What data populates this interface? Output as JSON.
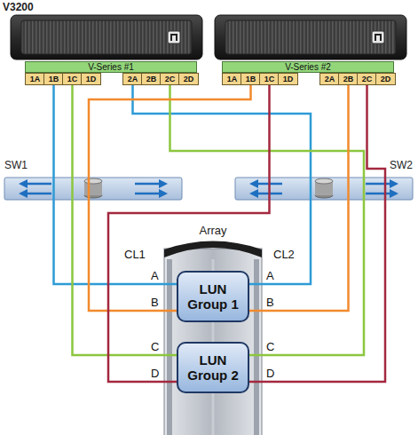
{
  "diagram": {
    "title": "V3200",
    "nodes": [
      {
        "text": [
          "V-Series #1"
        ]
      },
      {
        "text": [
          "1A"
        ],
        "in": 0
      },
      {
        "text": [
          "1B"
        ],
        "in": 0
      },
      {
        "text": [
          "1C"
        ],
        "in": 0
      },
      {
        "text": [
          "1D"
        ],
        "in": 0
      },
      {
        "text": [
          "2A"
        ],
        "in": 0
      },
      {
        "text": [
          "2B"
        ],
        "in": 0
      },
      {
        "text": [
          "2C"
        ],
        "in": 0
      },
      {
        "text": [
          "2D"
        ],
        "in": 0
      },
      {
        "text": [
          "V-Series #2"
        ]
      },
      {
        "text": [
          "1A"
        ],
        "in": 9
      },
      {
        "text": [
          "1B"
        ],
        "in": 9
      },
      {
        "text": [
          "1C"
        ],
        "in": 9
      },
      {
        "text": [
          "1D"
        ],
        "in": 9
      },
      {
        "text": [
          "2A"
        ],
        "in": 9
      },
      {
        "text": [
          "2B"
        ],
        "in": 9
      },
      {
        "text": [
          "2C"
        ],
        "in": 9
      },
      {
        "text": [
          "2D"
        ],
        "in": 9
      },
      {
        "text": [
          "SW1"
        ]
      },
      {
        "text": [
          "SW2"
        ]
      },
      {
        "text": [
          "Array"
        ]
      },
      {
        "text": [
          "LUN Group 1"
        ],
        "in": 20
      },
      {
        "text": [
          "LUN Group 2"
        ],
        "in": 20
      }
    ],
    "edges": [
      {
        "from": 2,
        "to": 21,
        "arrow": "none"
      },
      {
        "from": 3,
        "to": 22,
        "arrow": "none"
      },
      {
        "from": 5,
        "to": 21,
        "arrow": "none"
      },
      {
        "from": 7,
        "to": 22,
        "arrow": "none"
      },
      {
        "from": 11,
        "to": 21,
        "arrow": "none"
      },
      {
        "from": 12,
        "to": 22,
        "arrow": "none"
      },
      {
        "from": 15,
        "to": 21,
        "arrow": "none"
      },
      {
        "from": 16,
        "to": 22,
        "arrow": "none"
      }
    ],
    "labels": [
      "CL1",
      "CL2",
      "A",
      "B",
      "C",
      "D",
      "A",
      "B",
      "C",
      "D"
    ]
  }
}
